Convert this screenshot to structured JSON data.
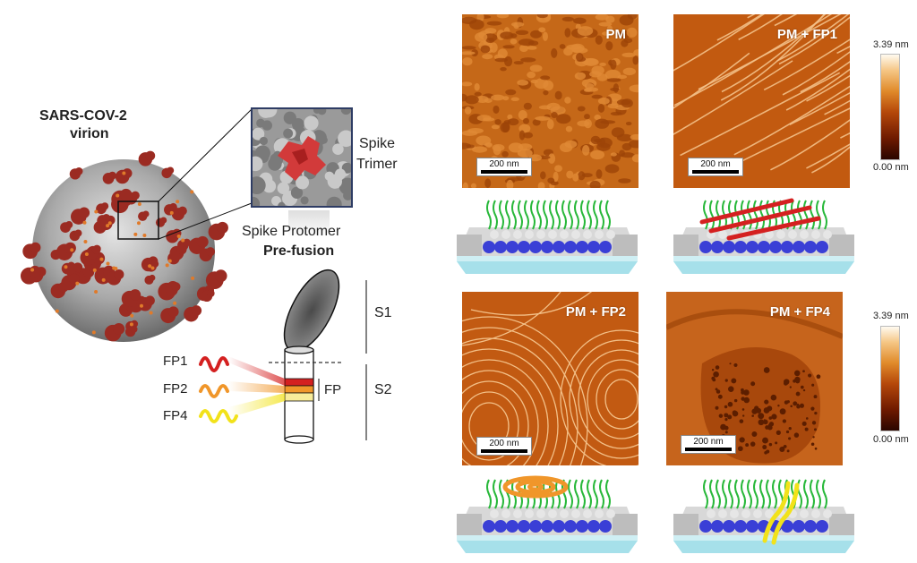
{
  "left": {
    "virion_title_line1": "SARS-COV-2",
    "virion_title_line2": "virion",
    "trimer_line1": "Spike",
    "trimer_line2": "Trimer",
    "protomer_line1": "Spike Protomer",
    "protomer_line2": "Pre-fusion",
    "segment_s1": "S1",
    "segment_s2": "S2",
    "segment_fp": "FP",
    "fp_labels": [
      "FP1",
      "FP2",
      "FP4"
    ]
  },
  "panels": [
    {
      "label": "PM",
      "scalebar": "200 nm"
    },
    {
      "label": "PM + FP1",
      "scalebar": "200 nm"
    },
    {
      "label": "PM + FP2",
      "scalebar": "200 nm"
    },
    {
      "label": "PM + FP4",
      "scalebar": "200 nm"
    }
  ],
  "colorbars": [
    {
      "max": "3.39 nm",
      "min": "0.00 nm"
    },
    {
      "max": "3.39 nm",
      "min": "0.00 nm"
    }
  ],
  "colors": {
    "virion_spike": "#9b2b22",
    "fp1": "#d42020",
    "fp2": "#f0962a",
    "fp4": "#f2e21a",
    "lipid_head": "#3a3fd6",
    "lipid_tail": "#28b83a",
    "substrate": "#a6e0ea"
  }
}
